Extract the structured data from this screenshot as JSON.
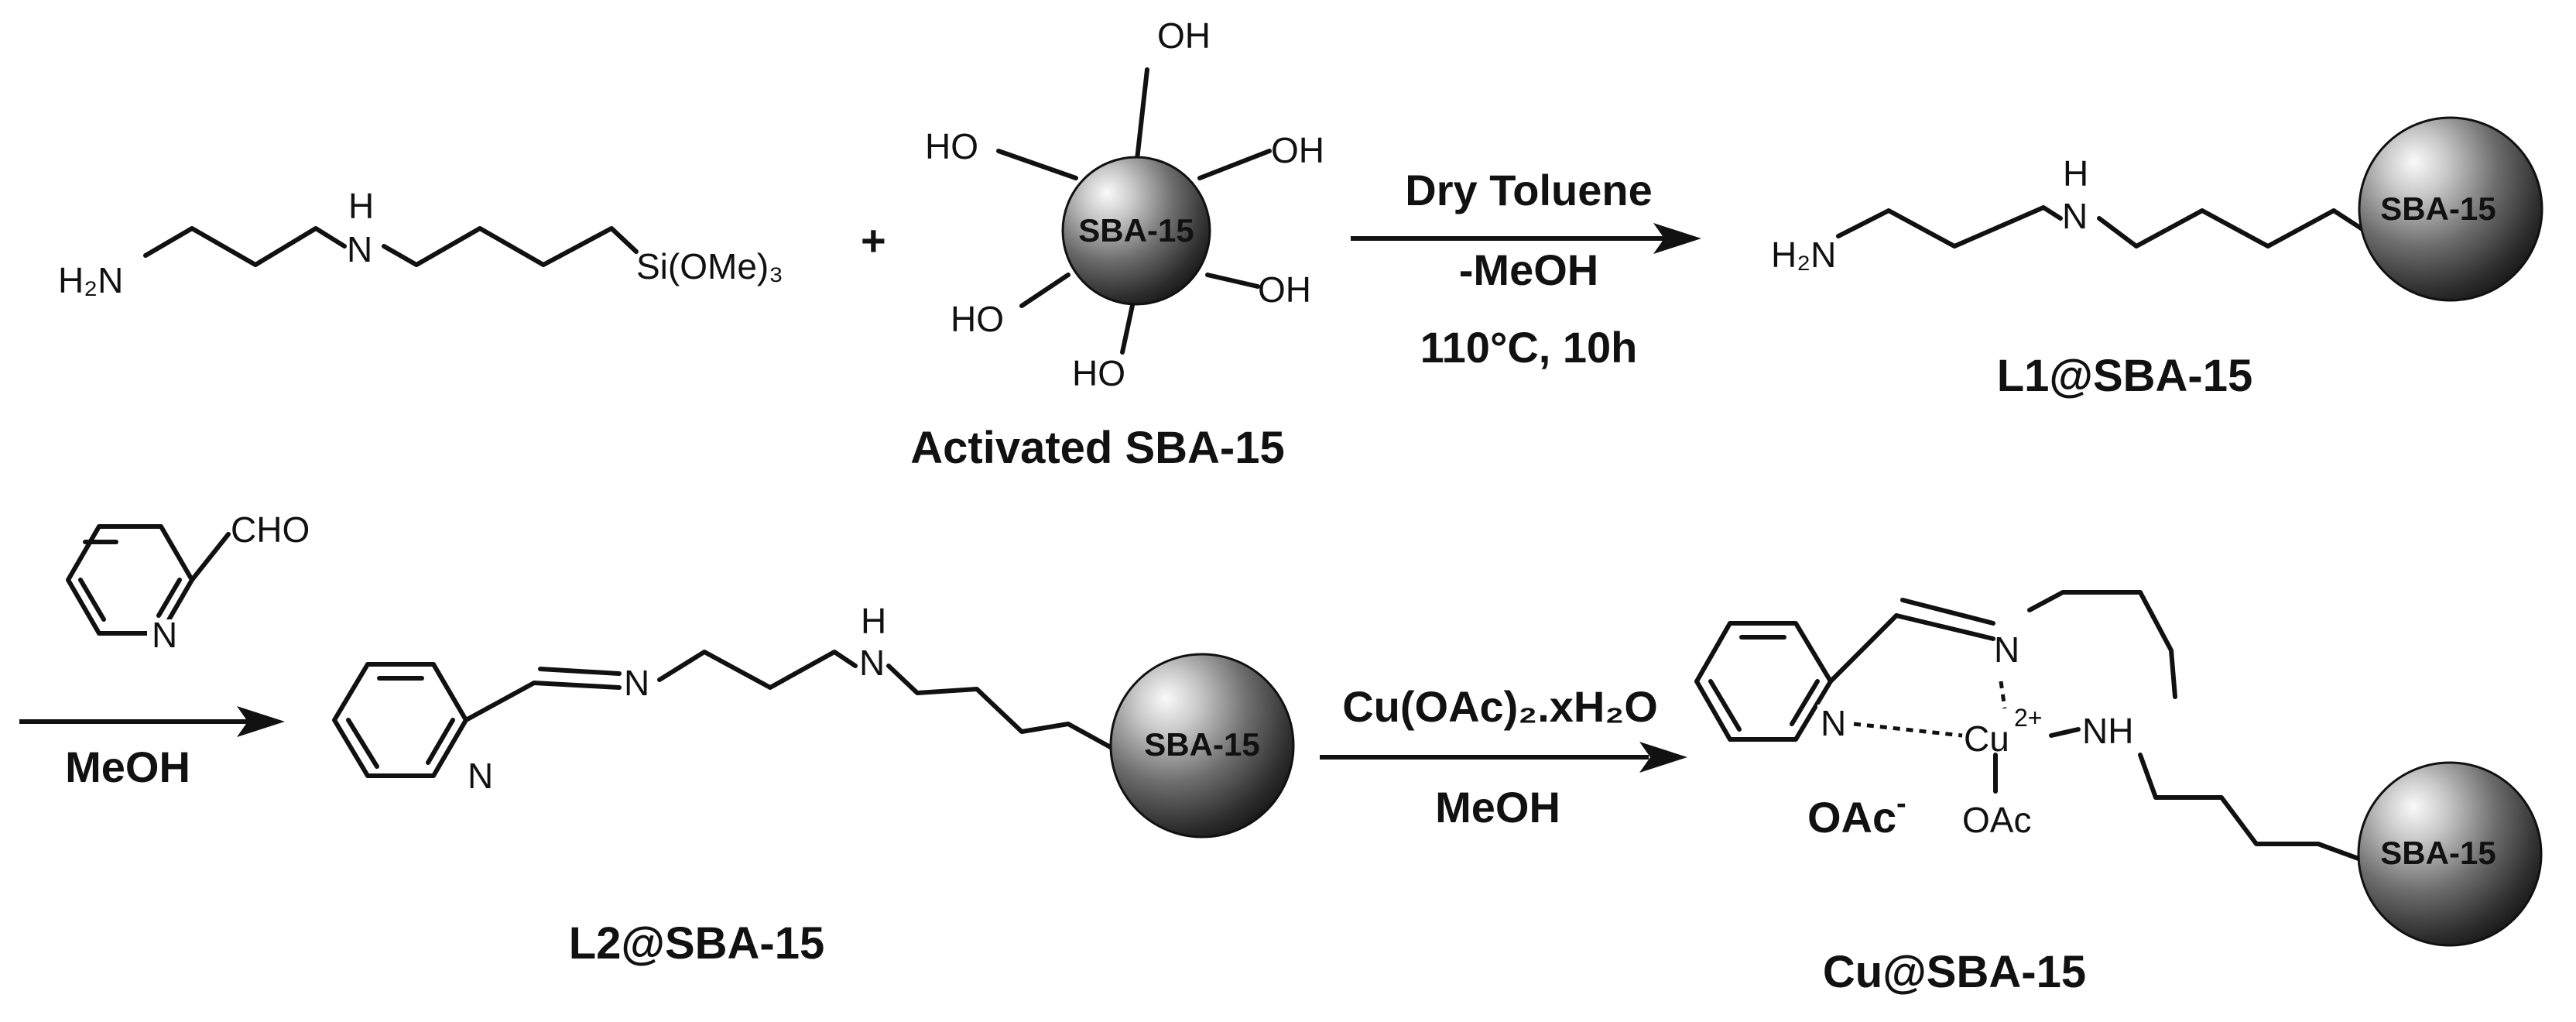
{
  "row1": {
    "reagent": {
      "nh2": "H₂N",
      "nh": "N",
      "nh_h": "H",
      "silane": "Si(OMe)₃"
    },
    "plus": "+",
    "activated": {
      "bead": "SBA-15",
      "hydroxyl": "OH",
      "hydroxyl_left": "HO",
      "caption": "Activated SBA-15"
    },
    "arrow1": {
      "line1": "Dry Toluene",
      "line2": "-MeOH",
      "line3": "110°C, 10h"
    },
    "l1": {
      "nh2": "H₂N",
      "nh": "N",
      "nh_h": "H",
      "bead": "SBA-15",
      "caption": "L1@SBA-15"
    }
  },
  "row2": {
    "aldehyde": {
      "cho": "CHO",
      "n": "N"
    },
    "arrow2": {
      "below": "MeOH"
    },
    "l2": {
      "n_pyridine": "N",
      "n_imine": "N",
      "nh": "N",
      "nh_h": "H",
      "bead": "SBA-15",
      "caption": "L2@SBA-15"
    },
    "arrow3": {
      "above": "Cu(OAc)₂.xH₂O",
      "below": "MeOH"
    },
    "cu": {
      "n_pyridine": "N",
      "n_imine": "N",
      "nh": "NH",
      "metal": "Cu",
      "charge": "2+",
      "oac_bound": "OAc",
      "oac_free": "OAc",
      "oac_charge": "-",
      "bead": "SBA-15",
      "caption": "Cu@SBA-15"
    }
  }
}
